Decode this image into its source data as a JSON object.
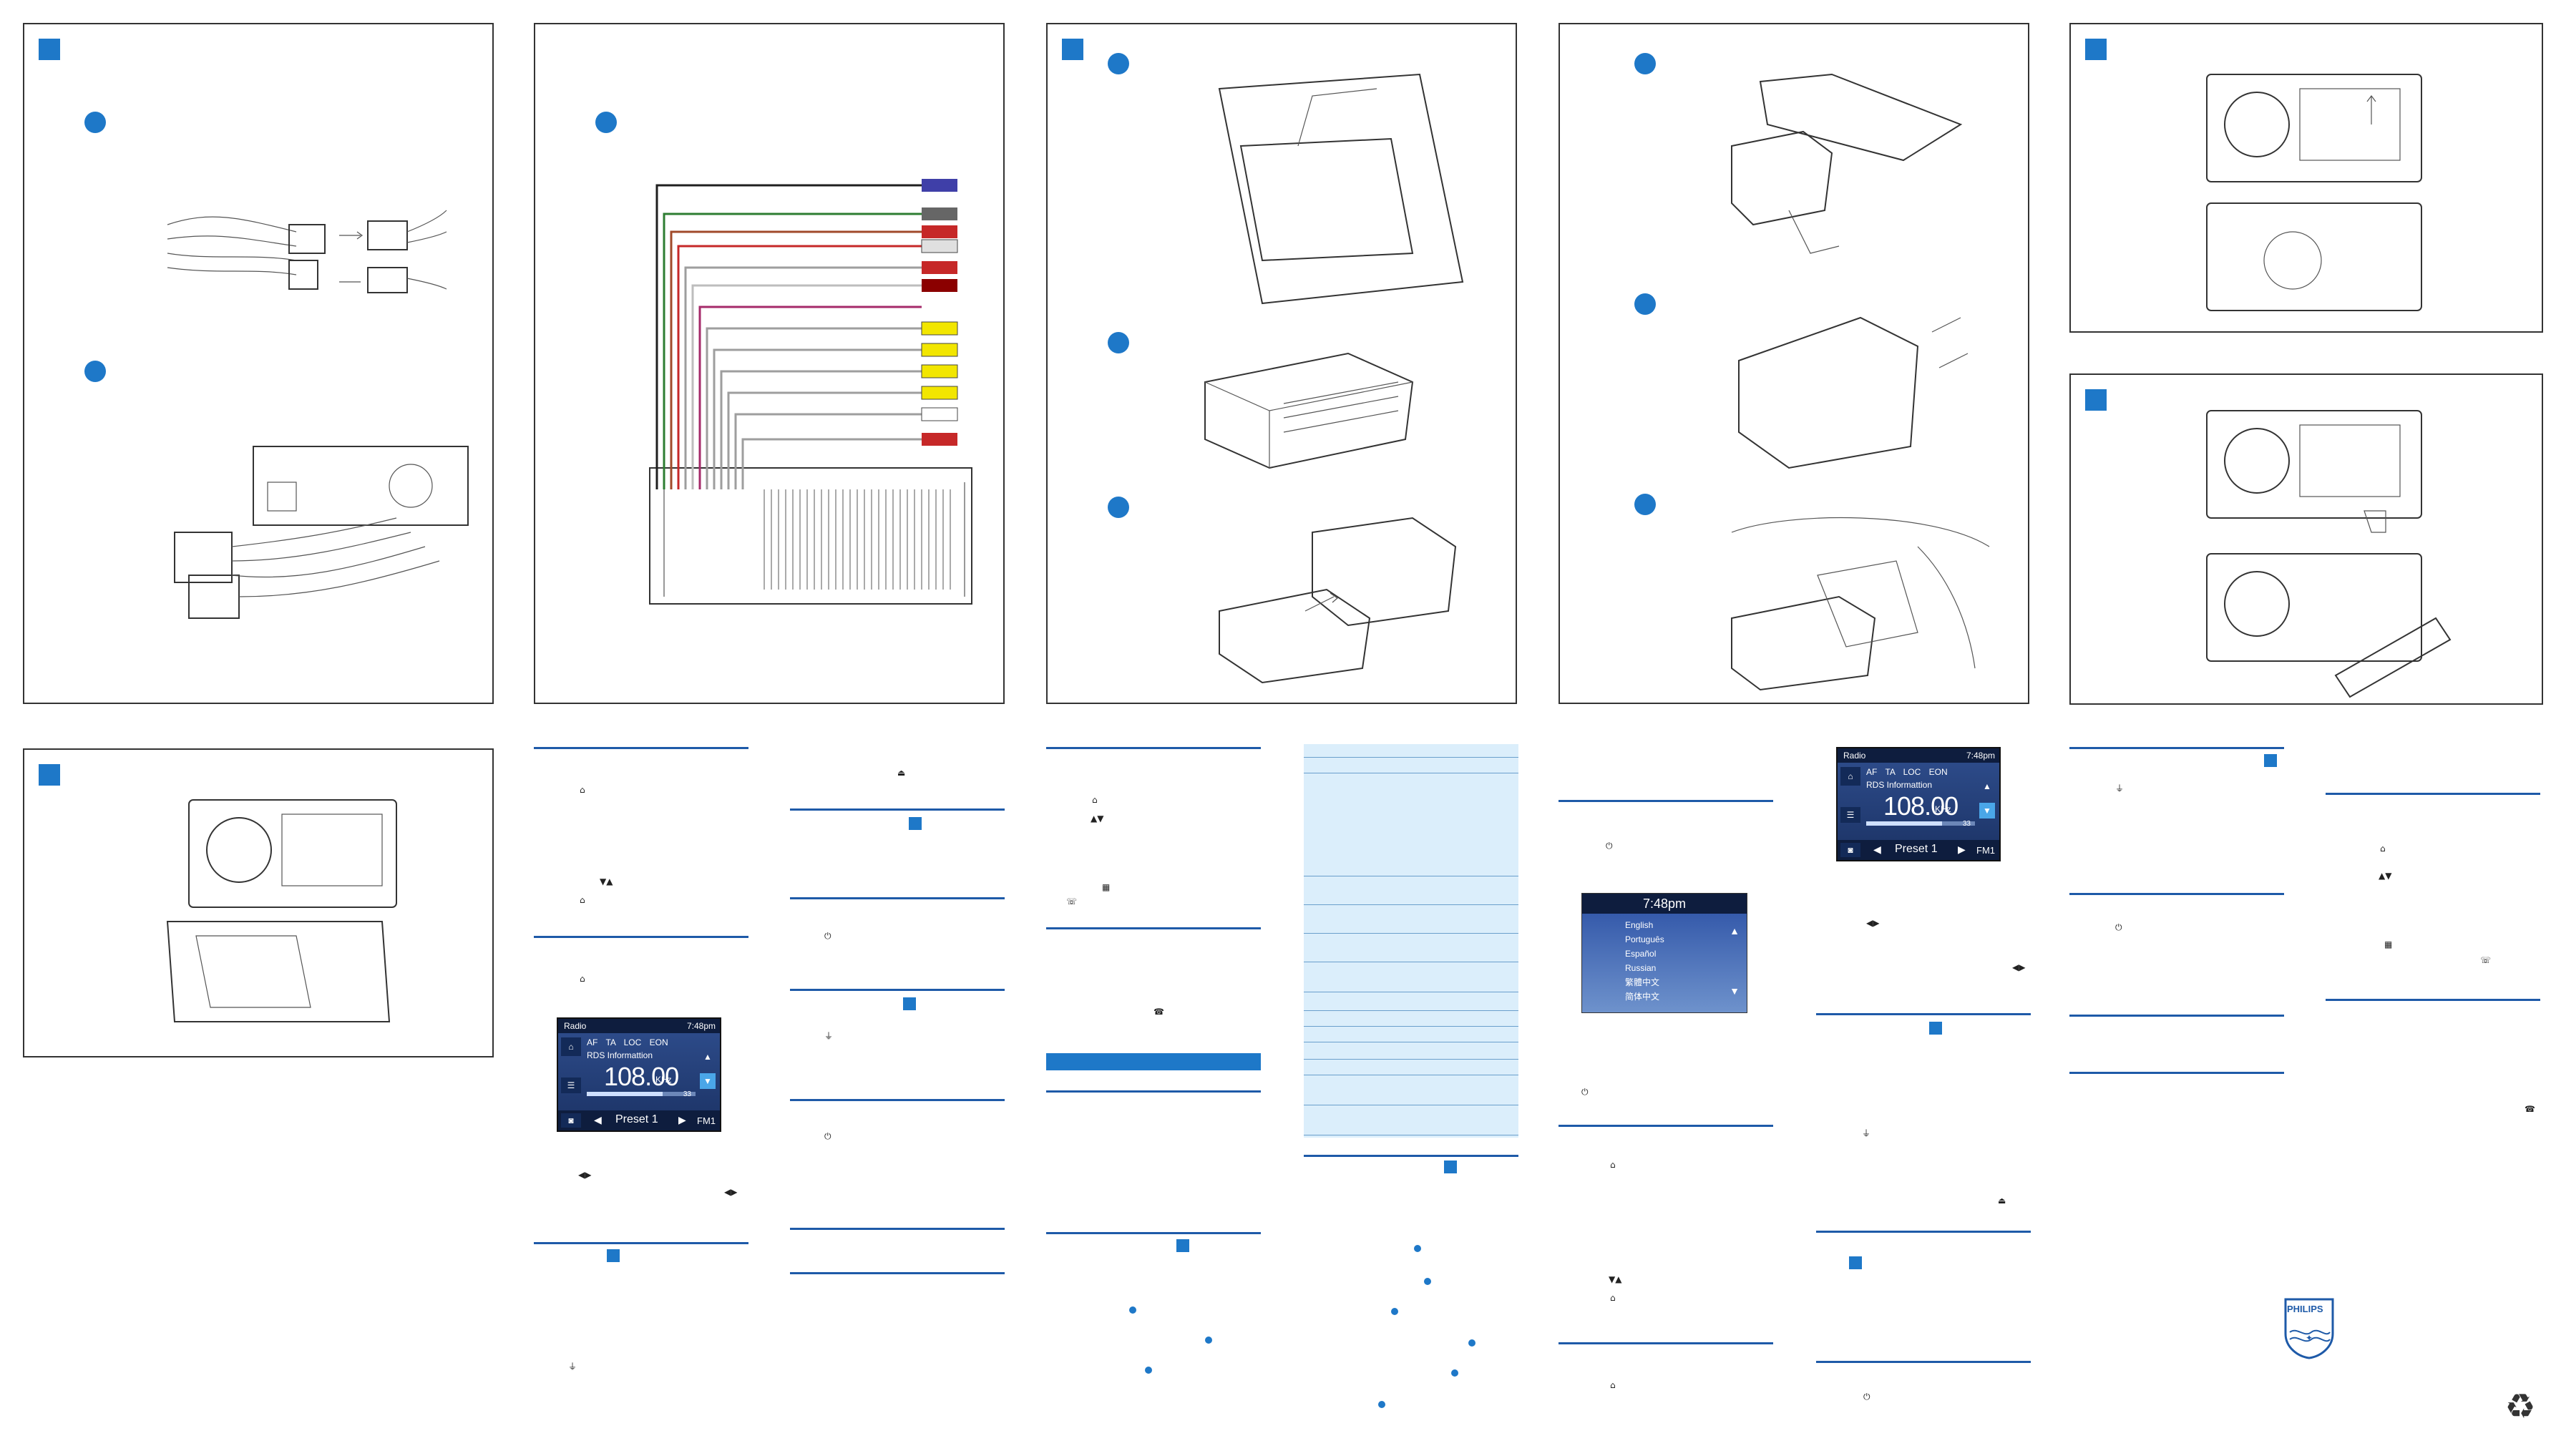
{
  "screens": {
    "radio": {
      "source": "Radio",
      "time": "7:48pm",
      "tags": [
        "AF",
        "TA",
        "LOC",
        "EON"
      ],
      "rds": "RDS Informattion",
      "frequency": "108.00",
      "unit": "KHz",
      "level": "33",
      "preset": "Preset 1",
      "band": "FM1"
    },
    "language": {
      "time": "7:48pm",
      "options": [
        "English",
        "Português",
        "Español",
        "Russian",
        "繁體中文",
        "简体中文"
      ]
    }
  },
  "device": {
    "brand": "PHILIPS"
  },
  "wire_colors": [
    "#1f1f1f",
    "#2e7d32",
    "#a14a2a",
    "#c62828",
    "#9e9e9e",
    "#bdbdbd",
    "#a52a6a",
    "#f2e600",
    "#f2e600",
    "#f2e600",
    "#f2e600",
    "#ffffff",
    "#c62828"
  ],
  "accent_color": "#1e78c8",
  "icons": [
    "home-icon",
    "up-down-arrows-icon",
    "left-right-arrows-icon",
    "power-icon",
    "eject-icon",
    "phone-icon",
    "phone-hangup-icon",
    "grid-icon",
    "usb-icon",
    "recycle-icon"
  ]
}
